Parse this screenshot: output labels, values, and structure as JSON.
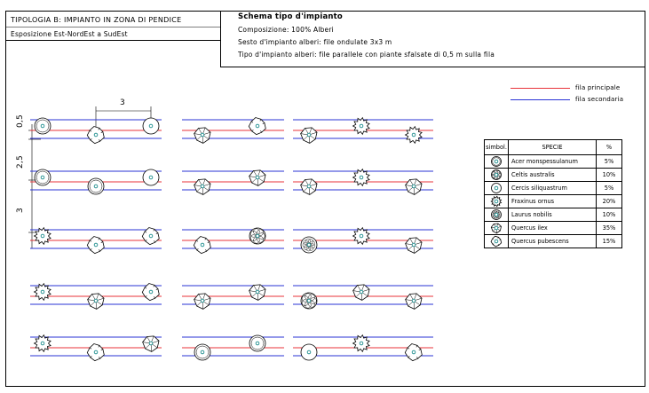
{
  "header": {
    "title_line1": "TIPOLOGIA B: IMPIANTO IN ZONA DI PENDICE",
    "title_line2": "Esposizione Est-NordEst a SudEst",
    "schema_title": "Schema tipo d'impianto",
    "composizione": "Composizione: 100% Alberi",
    "sesto": "Sesto d'impianto alberi: file ondulate 3x3 m",
    "tipo": "Tipo d'impianto alberi: file parallele con piante sfalsate di 0,5 m sulla fila"
  },
  "line_legend": {
    "principale_label": "fila principale",
    "secondaria_label": "fila secondaria",
    "principale_color": "#e8333a",
    "secondaria_color": "#2a33d6"
  },
  "dimensions": {
    "spacing_top": "3",
    "offset_left": "0,5",
    "row_gap": "2,5",
    "row_spacing": "3"
  },
  "species_table": {
    "header_symbol": "simbol.",
    "header_species": "SPECIE",
    "header_percent": "%",
    "rows": [
      {
        "icon": "acer-icon",
        "species": "Acer monspessulanum",
        "percent": "5%"
      },
      {
        "icon": "celtis-icon",
        "species": "Celtis australis",
        "percent": "10%"
      },
      {
        "icon": "cercis-icon",
        "species": "Cercis siliquastrum",
        "percent": "5%"
      },
      {
        "icon": "fraxinus-icon",
        "species": "Fraxinus ornus",
        "percent": "20%"
      },
      {
        "icon": "laurus-icon",
        "species": "Laurus nobilis",
        "percent": "10%"
      },
      {
        "icon": "quercus-ilex-icon",
        "species": "Quercus ilex",
        "percent": "35%"
      },
      {
        "icon": "quercus-pubescens-icon",
        "species": "Quercus pubescens",
        "percent": "15%"
      }
    ]
  },
  "plant_layout": {
    "row_count": 5,
    "trees_per_row": 8,
    "pattern": [
      [
        "acer",
        "quercus-pubescens",
        "cercis",
        "quercus-ilex",
        "quercus-pubescens",
        "quercus-ilex",
        "fraxinus",
        "fraxinus"
      ],
      [
        "acer",
        "acer",
        "cercis",
        "quercus-ilex",
        "quercus-ilex",
        "quercus-ilex",
        "fraxinus",
        "quercus-ilex"
      ],
      [
        "fraxinus",
        "quercus-pubescens",
        "quercus-pubescens",
        "quercus-pubescens",
        "celtis",
        "laurus",
        "fraxinus",
        "quercus-ilex"
      ],
      [
        "fraxinus",
        "quercus-ilex",
        "quercus-pubescens",
        "quercus-ilex",
        "quercus-ilex",
        "celtis",
        "quercus-ilex",
        "quercus-ilex"
      ],
      [
        "fraxinus",
        "quercus-pubescens",
        "quercus-ilex",
        "acer",
        "acer",
        "cercis",
        "fraxinus",
        "quercus-pubescens"
      ]
    ]
  }
}
